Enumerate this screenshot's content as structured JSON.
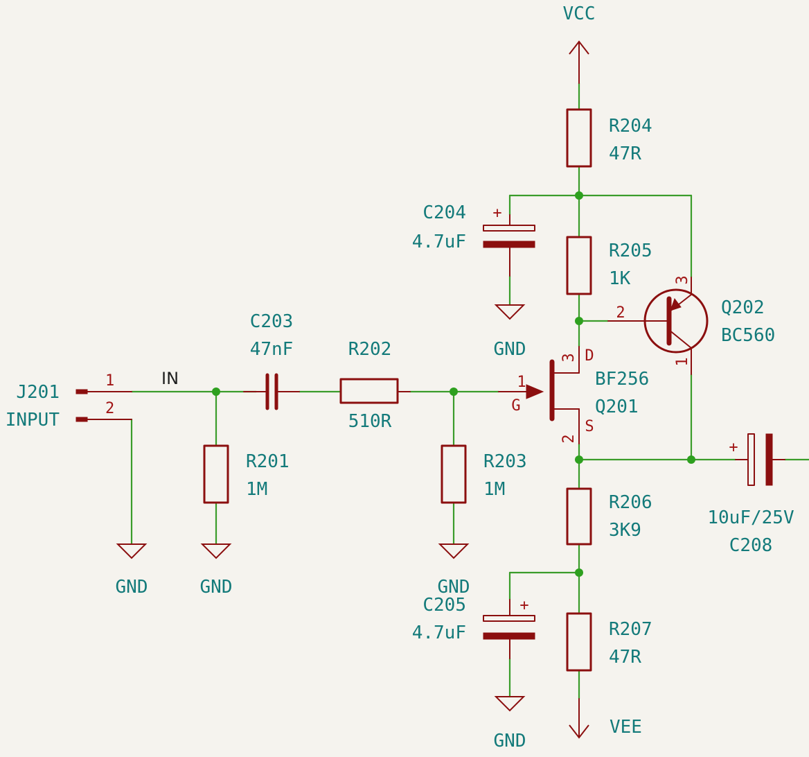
{
  "power": {
    "vcc": "VCC",
    "vee": "VEE",
    "gnd": "GND"
  },
  "net_label": "IN",
  "connector": {
    "ref": "J201",
    "value": "INPUT",
    "pin1": "1",
    "pin2": "2"
  },
  "components": {
    "r201": {
      "ref": "R201",
      "value": "1M"
    },
    "r202": {
      "ref": "R202",
      "value": "510R"
    },
    "r203": {
      "ref": "R203",
      "value": "1M"
    },
    "r204": {
      "ref": "R204",
      "value": "47R"
    },
    "r205": {
      "ref": "R205",
      "value": "1K"
    },
    "r206": {
      "ref": "R206",
      "value": "3K9"
    },
    "r207": {
      "ref": "R207",
      "value": "47R"
    },
    "c203": {
      "ref": "C203",
      "value": "47nF"
    },
    "c204": {
      "ref": "C204",
      "value": "4.7uF"
    },
    "c205": {
      "ref": "C205",
      "value": "4.7uF"
    },
    "c208": {
      "ref": "C208",
      "value": "10uF/25V"
    },
    "q201": {
      "ref": "Q201",
      "value": "BF256",
      "pin_g_num": "1",
      "pin_d_num": "3",
      "pin_s_num": "2",
      "pin_g": "G",
      "pin_d": "D",
      "pin_s": "S"
    },
    "q202": {
      "ref": "Q202",
      "value": "BC560",
      "pin1": "1",
      "pin2": "2",
      "pin3": "3"
    }
  },
  "polarity_mark": "+"
}
